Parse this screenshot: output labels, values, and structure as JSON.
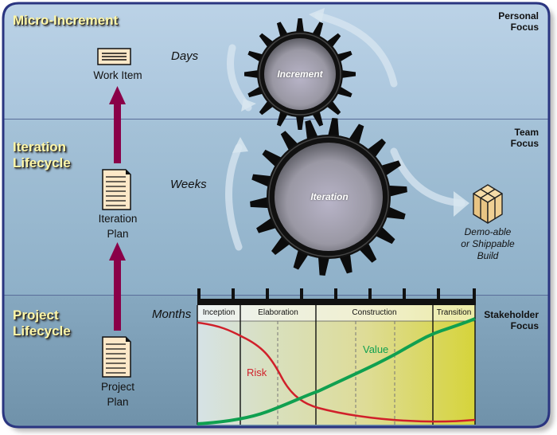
{
  "bands": [
    {
      "title": "Micro-Increment",
      "focus": [
        "Personal",
        "Focus"
      ],
      "timescale": "Days"
    },
    {
      "title": [
        "Iteration",
        "Lifecycle"
      ],
      "focus": [
        "Team",
        "Focus"
      ],
      "timescale": "Weeks"
    },
    {
      "title": [
        "Project",
        "Lifecycle"
      ],
      "focus": [
        "Stakeholder",
        "Focus"
      ],
      "timescale": "Months"
    }
  ],
  "artifacts": {
    "work_item": "Work Item",
    "iteration_plan": [
      "Iteration",
      "Plan"
    ],
    "project_plan": [
      "Project",
      "Plan"
    ]
  },
  "gears": {
    "increment": "Increment",
    "iteration": "Iteration"
  },
  "build": [
    "Demo-able",
    "or Shippable",
    "Build"
  ],
  "lifecycle_chart": {
    "phases": [
      "Inception",
      "Elaboration",
      "Construction",
      "Transition"
    ],
    "curves": {
      "risk": {
        "label": "Risk",
        "color": "#d0202a"
      },
      "value": {
        "label": "Value",
        "color": "#10a050"
      }
    }
  },
  "colors": {
    "frame_border": "#2a3580",
    "band_top": "#b8d0e4",
    "band_mid": "#a3c0d6",
    "band_bottom": "#7fa0b8",
    "title_text": "#fff7a8",
    "promotion_arrow": "#8a0048"
  }
}
